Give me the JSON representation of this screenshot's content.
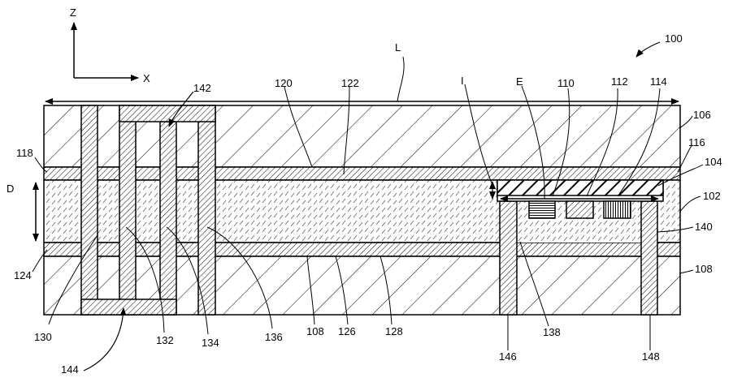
{
  "axes": {
    "vertical": "Z",
    "horizontal": "X"
  },
  "dimensions": {
    "length": "L",
    "depth": "D",
    "thickness": "I",
    "element": "E"
  },
  "refs": {
    "r100": "100",
    "r102": "102",
    "r104": "104",
    "r106": "106",
    "r108a": "108",
    "r108b": "108",
    "r110": "110",
    "r112": "112",
    "r114": "114",
    "r116": "116",
    "r118": "118",
    "r120": "120",
    "r122": "122",
    "r124": "124",
    "r126": "126",
    "r128": "128",
    "r130": "130",
    "r132": "132",
    "r134": "134",
    "r136": "136",
    "r138": "138",
    "r140": "140",
    "r142": "142",
    "r144": "144",
    "r146": "146",
    "r148": "148"
  }
}
